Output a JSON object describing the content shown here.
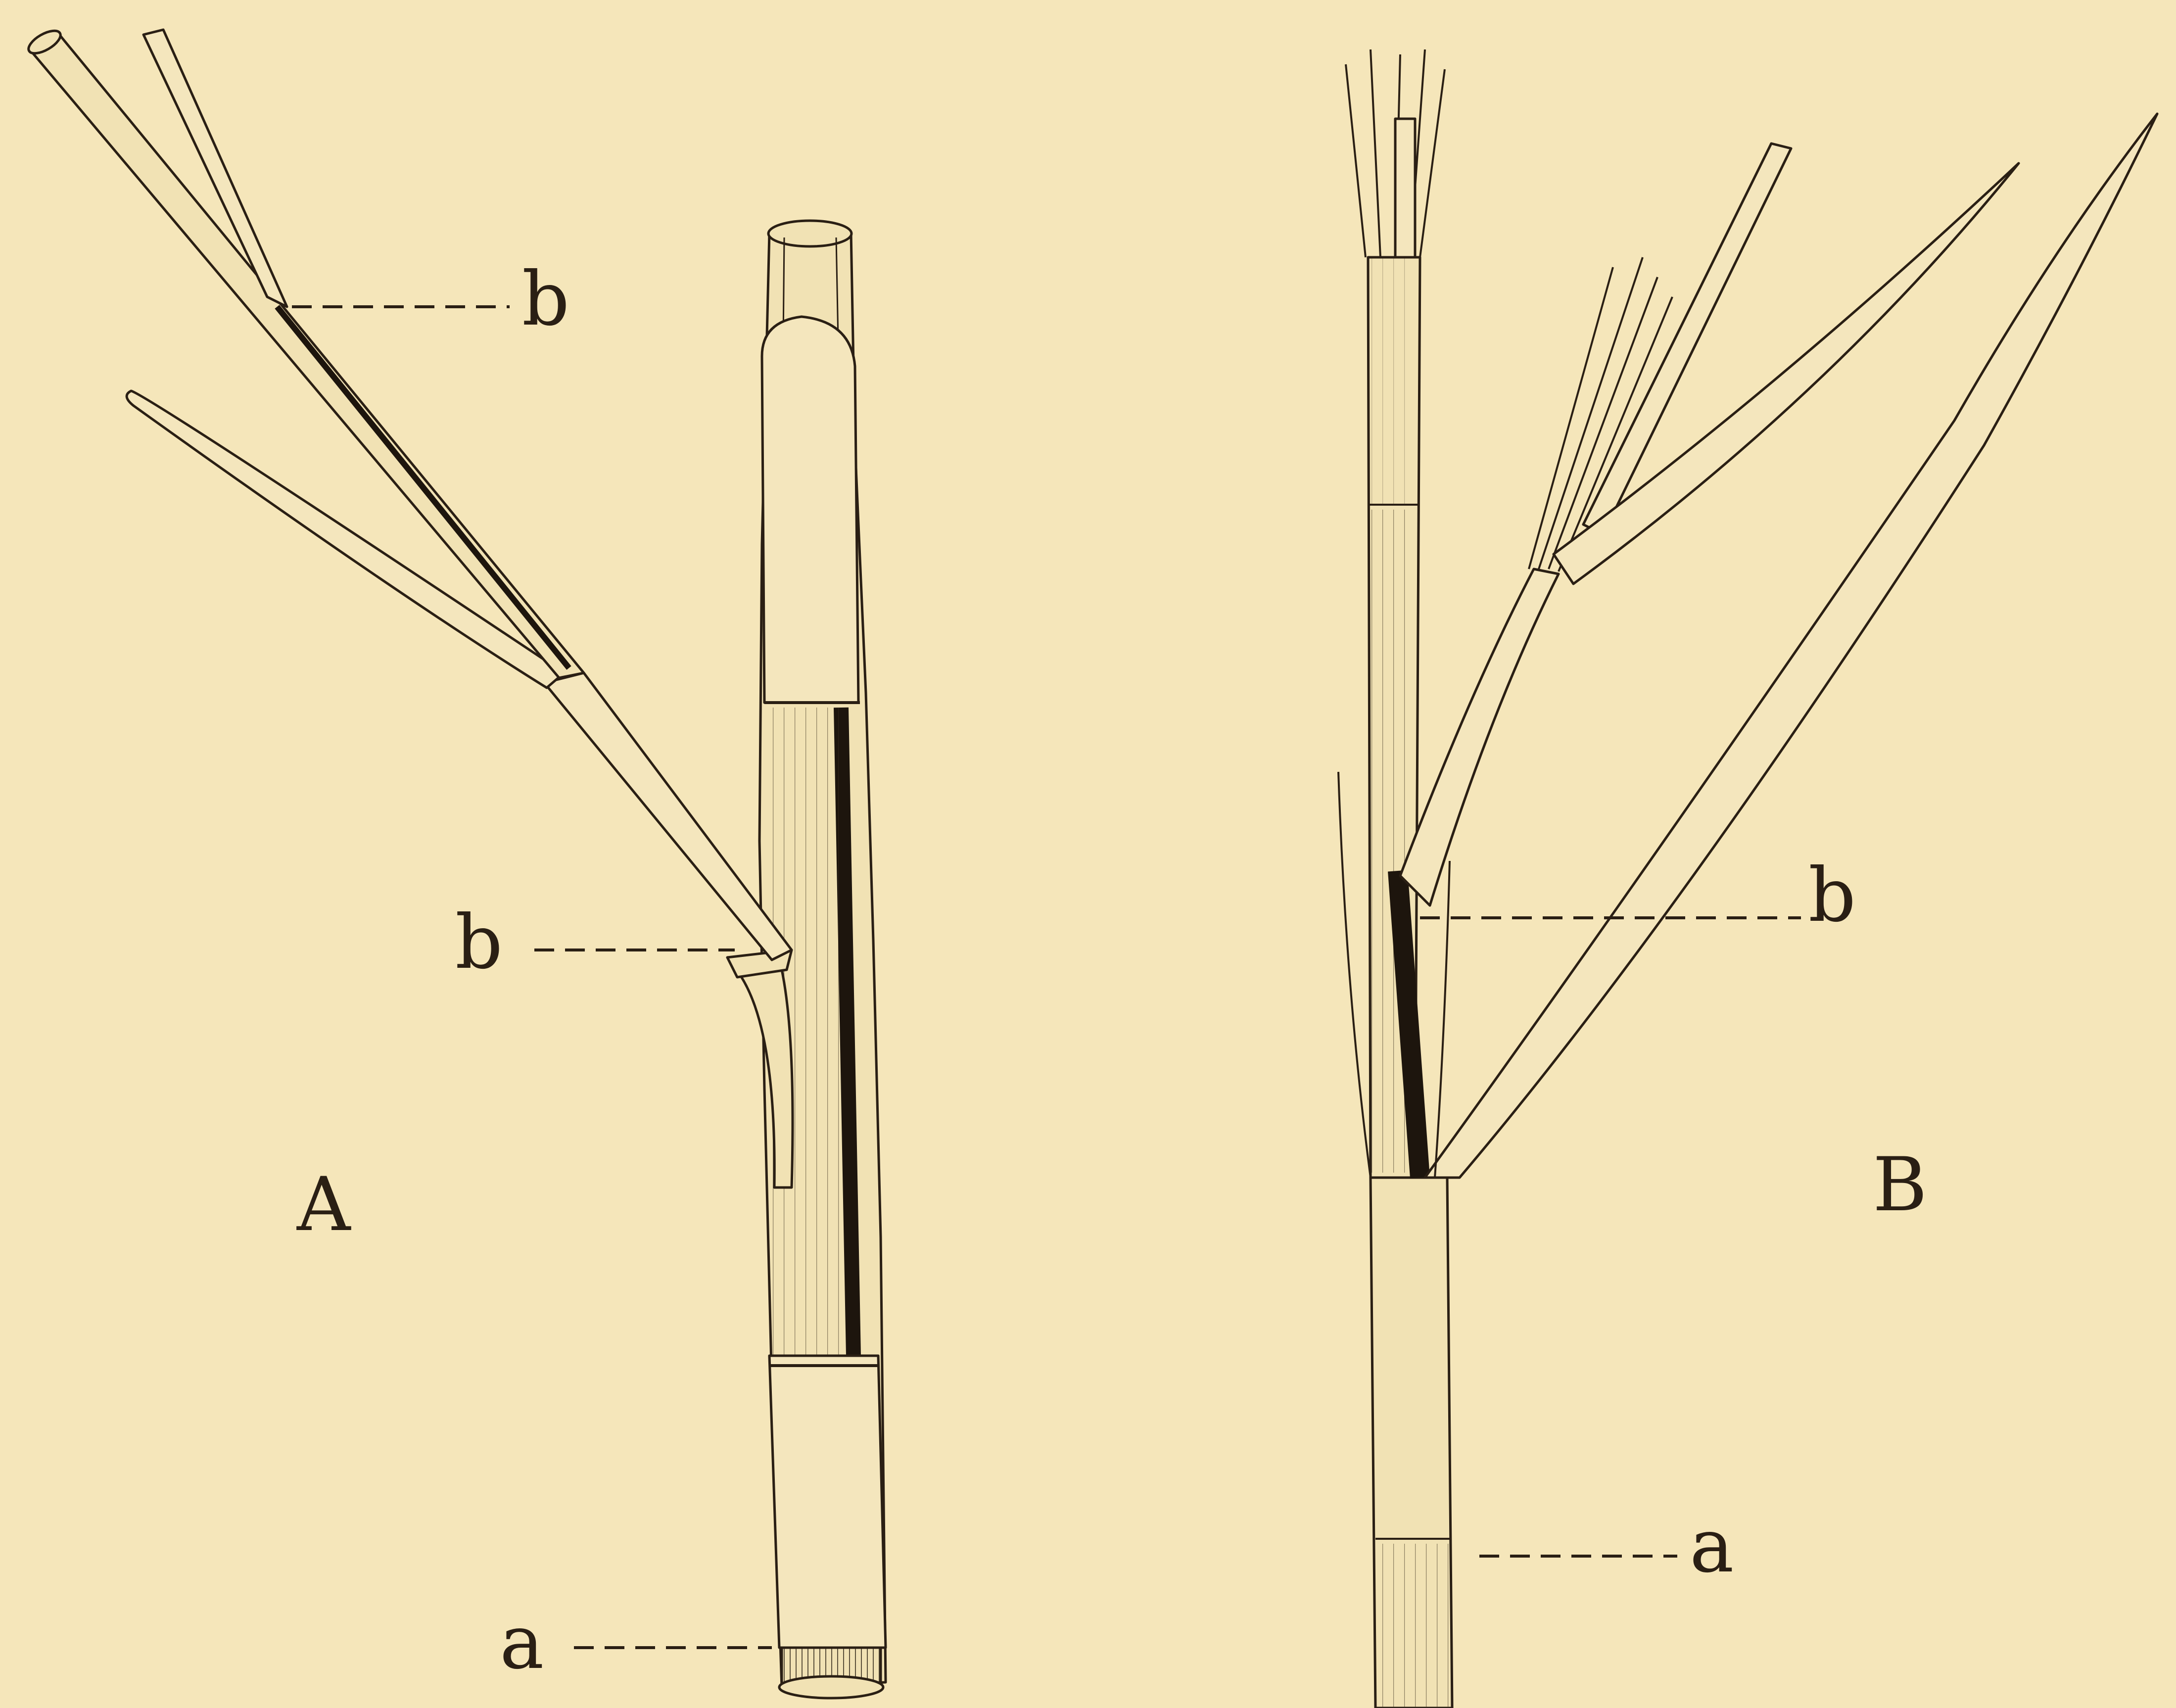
{
  "figure": {
    "label_A": "A",
    "label_B": "B",
    "label_b_upper_A": "b",
    "label_b_lower_A": "b",
    "label_b_B": "b",
    "label_a_A": "a",
    "label_a_B": "a"
  },
  "colors": {
    "paper": "#f5e6ba",
    "ink": "#2a1f14",
    "stem_fill": "#f1e2b4"
  }
}
